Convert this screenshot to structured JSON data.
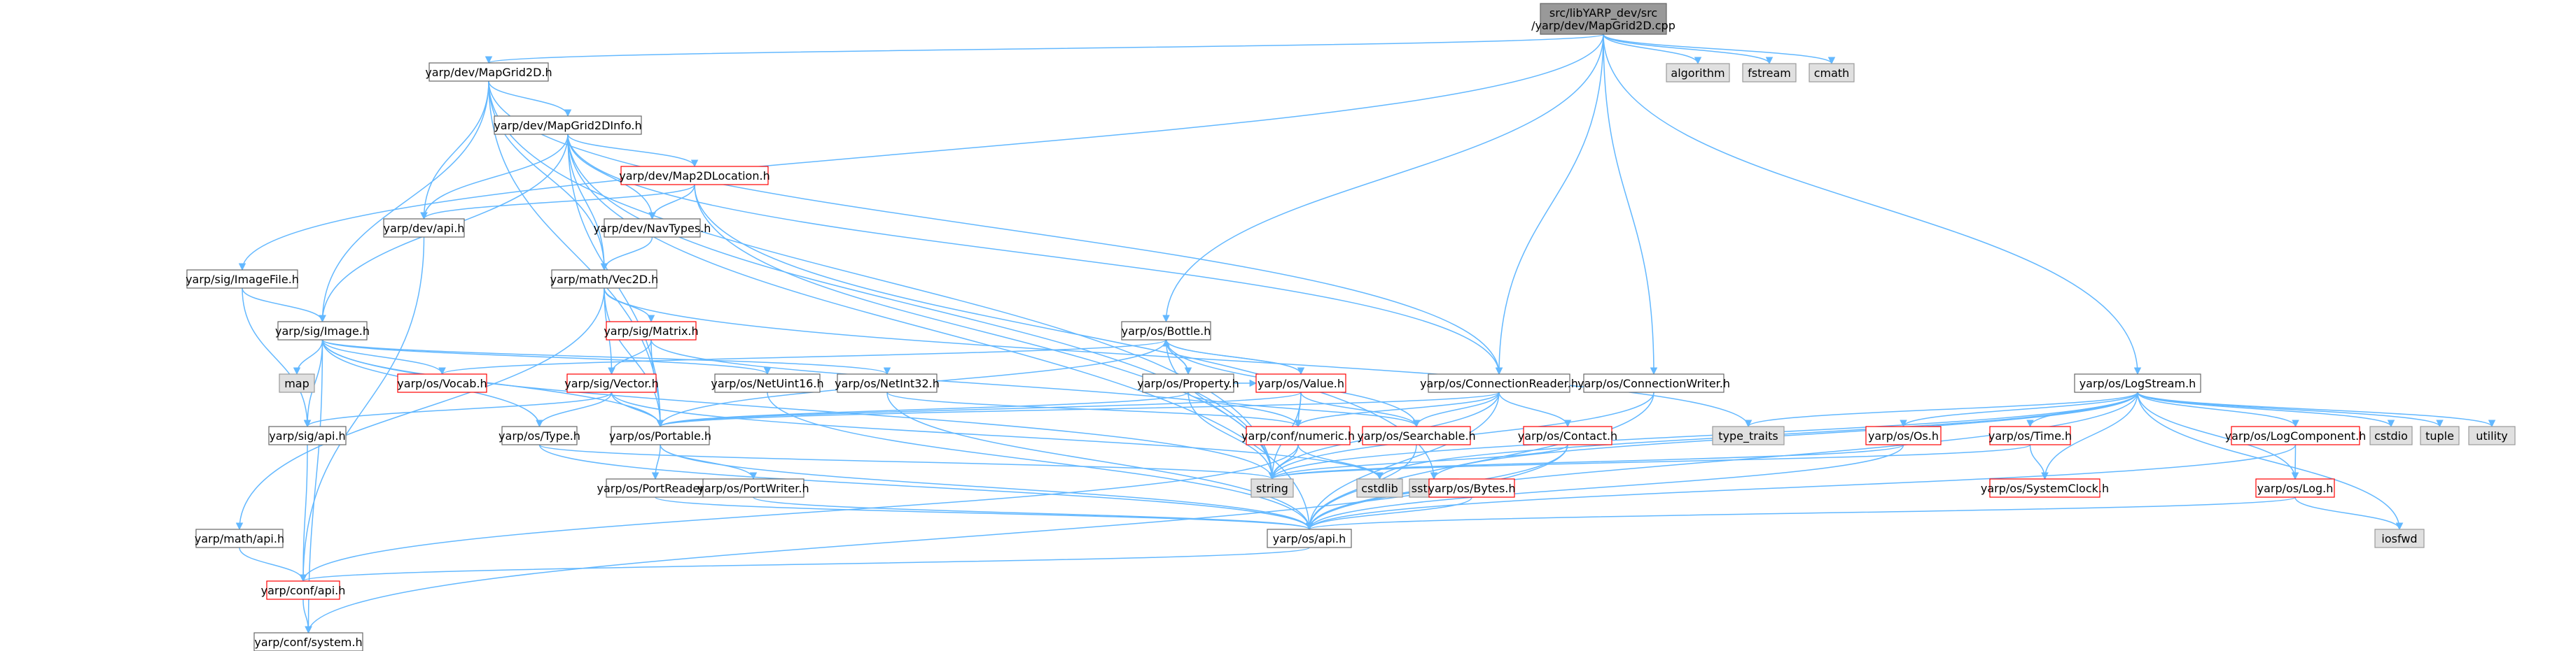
{
  "colors": {
    "edge": "#63b8ff",
    "root_fill": "#999999",
    "root_stroke": "#666666",
    "header_fill": "#ffffff",
    "header_stroke": "#666666",
    "incomplete_stroke": "#ff0000",
    "system_fill": "#e0e0e0",
    "system_stroke": "#999999"
  },
  "legend": {
    "header": "normal header node (white box, grey border)",
    "incomplete": "red border = truncated/incomplete include graph",
    "system": "grey box = system/standard header"
  },
  "nodes": {
    "root": {
      "lines": [
        "src/libYARP_dev/src",
        "/yarp/dev/MapGrid2D.cpp"
      ],
      "kind": "root"
    },
    "mapgrid2d_h": {
      "lines": [
        "yarp/dev/MapGrid2D.h"
      ],
      "kind": "header"
    },
    "algorithm": {
      "lines": [
        "algorithm"
      ],
      "kind": "system"
    },
    "fstream": {
      "lines": [
        "fstream"
      ],
      "kind": "system"
    },
    "cmath": {
      "lines": [
        "cmath"
      ],
      "kind": "system"
    },
    "mapgrid2dinfo_h": {
      "lines": [
        "yarp/dev/MapGrid2DInfo.h"
      ],
      "kind": "header"
    },
    "map2dlocation_h": {
      "lines": [
        "yarp/dev/Map2DLocation.h"
      ],
      "kind": "incomplete"
    },
    "dev_api_h": {
      "lines": [
        "yarp/dev/api.h"
      ],
      "kind": "header"
    },
    "navtypes_h": {
      "lines": [
        "yarp/dev/NavTypes.h"
      ],
      "kind": "header"
    },
    "imagefile_h": {
      "lines": [
        "yarp/sig/ImageFile.h"
      ],
      "kind": "header"
    },
    "vec2d_h": {
      "lines": [
        "yarp/math/Vec2D.h"
      ],
      "kind": "header"
    },
    "image_h": {
      "lines": [
        "yarp/sig/Image.h"
      ],
      "kind": "header"
    },
    "matrix_h": {
      "lines": [
        "yarp/sig/Matrix.h"
      ],
      "kind": "incomplete"
    },
    "map": {
      "lines": [
        "map"
      ],
      "kind": "system"
    },
    "vocab_h": {
      "lines": [
        "yarp/os/Vocab.h"
      ],
      "kind": "incomplete"
    },
    "netuint16_h": {
      "lines": [
        "yarp/os/NetUint16.h"
      ],
      "kind": "header"
    },
    "netint32_h": {
      "lines": [
        "yarp/os/NetInt32.h"
      ],
      "kind": "header"
    },
    "bottle_h": {
      "lines": [
        "yarp/os/Bottle.h"
      ],
      "kind": "header"
    },
    "property_h": {
      "lines": [
        "yarp/os/Property.h"
      ],
      "kind": "header"
    },
    "value_h": {
      "lines": [
        "yarp/os/Value.h"
      ],
      "kind": "incomplete"
    },
    "vector_h": {
      "lines": [
        "yarp/sig/Vector.h"
      ],
      "kind": "incomplete"
    },
    "sig_api_h": {
      "lines": [
        "yarp/sig/api.h"
      ],
      "kind": "header"
    },
    "type_h": {
      "lines": [
        "yarp/os/Type.h"
      ],
      "kind": "header"
    },
    "portable_h": {
      "lines": [
        "yarp/os/Portable.h"
      ],
      "kind": "header"
    },
    "connreader_h": {
      "lines": [
        "yarp/os/ConnectionReader.h"
      ],
      "kind": "header"
    },
    "connwriter_h": {
      "lines": [
        "yarp/os/ConnectionWriter.h"
      ],
      "kind": "header"
    },
    "logstream_h": {
      "lines": [
        "yarp/os/LogStream.h"
      ],
      "kind": "header"
    },
    "type_traits": {
      "lines": [
        "type_traits"
      ],
      "kind": "system"
    },
    "confnumeric_h": {
      "lines": [
        "yarp/conf/numeric.h"
      ],
      "kind": "incomplete"
    },
    "searchable_h": {
      "lines": [
        "yarp/os/Searchable.h"
      ],
      "kind": "incomplete"
    },
    "contact_h": {
      "lines": [
        "yarp/os/Contact.h"
      ],
      "kind": "incomplete"
    },
    "os_h": {
      "lines": [
        "yarp/os/Os.h"
      ],
      "kind": "incomplete"
    },
    "time_h": {
      "lines": [
        "yarp/os/Time.h"
      ],
      "kind": "incomplete"
    },
    "logcomponent_h": {
      "lines": [
        "yarp/os/LogComponent.h"
      ],
      "kind": "incomplete"
    },
    "cstdio": {
      "lines": [
        "cstdio"
      ],
      "kind": "system"
    },
    "tuple": {
      "lines": [
        "tuple"
      ],
      "kind": "system"
    },
    "utility": {
      "lines": [
        "utility"
      ],
      "kind": "system"
    },
    "string": {
      "lines": [
        "string"
      ],
      "kind": "system"
    },
    "cstdlib": {
      "lines": [
        "cstdlib"
      ],
      "kind": "system"
    },
    "sstream": {
      "lines": [
        "sstream"
      ],
      "kind": "system"
    },
    "bytes_h": {
      "lines": [
        "yarp/os/Bytes.h"
      ],
      "kind": "incomplete"
    },
    "systemclock_h": {
      "lines": [
        "yarp/os/SystemClock.h"
      ],
      "kind": "incomplete"
    },
    "log_h": {
      "lines": [
        "yarp/os/Log.h"
      ],
      "kind": "incomplete"
    },
    "portreader_h": {
      "lines": [
        "yarp/os/PortReader.h"
      ],
      "kind": "header"
    },
    "portwriter_h": {
      "lines": [
        "yarp/os/PortWriter.h"
      ],
      "kind": "header"
    },
    "math_api_h": {
      "lines": [
        "yarp/math/api.h"
      ],
      "kind": "header"
    },
    "os_api_h": {
      "lines": [
        "yarp/os/api.h"
      ],
      "kind": "header"
    },
    "iosfwd": {
      "lines": [
        "iosfwd"
      ],
      "kind": "system"
    },
    "conf_api_h": {
      "lines": [
        "yarp/conf/api.h"
      ],
      "kind": "incomplete"
    },
    "confsystem_h": {
      "lines": [
        "yarp/conf/system.h"
      ],
      "kind": "header"
    }
  },
  "edges": [
    [
      "root",
      "mapgrid2d_h"
    ],
    [
      "root",
      "algorithm"
    ],
    [
      "root",
      "fstream"
    ],
    [
      "root",
      "cmath"
    ],
    [
      "root",
      "imagefile_h"
    ],
    [
      "root",
      "bottle_h"
    ],
    [
      "root",
      "connreader_h"
    ],
    [
      "root",
      "connwriter_h"
    ],
    [
      "root",
      "logstream_h"
    ],
    [
      "mapgrid2d_h",
      "mapgrid2dinfo_h"
    ],
    [
      "mapgrid2d_h",
      "dev_api_h"
    ],
    [
      "mapgrid2d_h",
      "vec2d_h"
    ],
    [
      "mapgrid2d_h",
      "image_h"
    ],
    [
      "mapgrid2d_h",
      "string"
    ],
    [
      "mapgrid2d_h",
      "connreader_h"
    ],
    [
      "mapgrid2d_h",
      "portable_h"
    ],
    [
      "mapgrid2dinfo_h",
      "map2dlocation_h"
    ],
    [
      "mapgrid2dinfo_h",
      "dev_api_h"
    ],
    [
      "mapgrid2dinfo_h",
      "navtypes_h"
    ],
    [
      "mapgrid2dinfo_h",
      "vec2d_h"
    ],
    [
      "mapgrid2dinfo_h",
      "image_h"
    ],
    [
      "mapgrid2dinfo_h",
      "string"
    ],
    [
      "mapgrid2dinfo_h",
      "connreader_h"
    ],
    [
      "mapgrid2dinfo_h",
      "portable_h"
    ],
    [
      "mapgrid2dinfo_h",
      "os_api_h"
    ],
    [
      "map2dlocation_h",
      "dev_api_h"
    ],
    [
      "map2dlocation_h",
      "navtypes_h"
    ],
    [
      "map2dlocation_h",
      "string"
    ],
    [
      "map2dlocation_h",
      "sstream"
    ],
    [
      "dev_api_h",
      "conf_api_h"
    ],
    [
      "navtypes_h",
      "vec2d_h"
    ],
    [
      "imagefile_h",
      "image_h"
    ],
    [
      "imagefile_h",
      "sig_api_h"
    ],
    [
      "vec2d_h",
      "matrix_h"
    ],
    [
      "vec2d_h",
      "vector_h"
    ],
    [
      "vec2d_h",
      "portable_h"
    ],
    [
      "vec2d_h",
      "math_api_h"
    ],
    [
      "vec2d_h",
      "type_traits"
    ],
    [
      "image_h",
      "map"
    ],
    [
      "image_h",
      "vocab_h"
    ],
    [
      "image_h",
      "netuint16_h"
    ],
    [
      "image_h",
      "netint32_h"
    ],
    [
      "image_h",
      "type_h"
    ],
    [
      "image_h",
      "portable_h"
    ],
    [
      "image_h",
      "sig_api_h"
    ],
    [
      "image_h",
      "confsystem_h"
    ],
    [
      "image_h",
      "string"
    ],
    [
      "matrix_h",
      "vector_h"
    ],
    [
      "matrix_h",
      "portable_h"
    ],
    [
      "matrix_h",
      "confnumeric_h"
    ],
    [
      "vector_h",
      "sig_api_h"
    ],
    [
      "vector_h",
      "type_h"
    ],
    [
      "vector_h",
      "portable_h"
    ],
    [
      "vector_h",
      "cstdlib"
    ],
    [
      "netuint16_h",
      "os_api_h"
    ],
    [
      "netint32_h",
      "os_api_h"
    ],
    [
      "netint32_h",
      "confnumeric_h"
    ],
    [
      "bottle_h",
      "property_h"
    ],
    [
      "bottle_h",
      "value_h"
    ],
    [
      "bottle_h",
      "vocab_h"
    ],
    [
      "bottle_h",
      "string"
    ],
    [
      "bottle_h",
      "searchable_h"
    ],
    [
      "bottle_h",
      "portable_h"
    ],
    [
      "property_h",
      "bottle_h"
    ],
    [
      "property_h",
      "value_h"
    ],
    [
      "property_h",
      "searchable_h"
    ],
    [
      "property_h",
      "string"
    ],
    [
      "property_h",
      "portable_h"
    ],
    [
      "value_h",
      "bottle_h"
    ],
    [
      "value_h",
      "confnumeric_h"
    ],
    [
      "value_h",
      "searchable_h"
    ],
    [
      "value_h",
      "string"
    ],
    [
      "value_h",
      "portable_h"
    ],
    [
      "type_h",
      "string"
    ],
    [
      "type_h",
      "os_api_h"
    ],
    [
      "portable_h",
      "portreader_h"
    ],
    [
      "portable_h",
      "portwriter_h"
    ],
    [
      "portable_h",
      "os_api_h"
    ],
    [
      "portreader_h",
      "os_api_h"
    ],
    [
      "portwriter_h",
      "os_api_h"
    ],
    [
      "sig_api_h",
      "conf_api_h"
    ],
    [
      "math_api_h",
      "conf_api_h"
    ],
    [
      "connreader_h",
      "confnumeric_h"
    ],
    [
      "connreader_h",
      "searchable_h"
    ],
    [
      "connreader_h",
      "contact_h"
    ],
    [
      "connreader_h",
      "string"
    ],
    [
      "connreader_h",
      "portable_h"
    ],
    [
      "connreader_h",
      "os_api_h"
    ],
    [
      "connwriter_h",
      "string"
    ],
    [
      "connwriter_h",
      "os_api_h"
    ],
    [
      "logstream_h",
      "os_h"
    ],
    [
      "logstream_h",
      "time_h"
    ],
    [
      "logstream_h",
      "logcomponent_h"
    ],
    [
      "logstream_h",
      "cstdio"
    ],
    [
      "logstream_h",
      "tuple"
    ],
    [
      "logstream_h",
      "utility"
    ],
    [
      "logstream_h",
      "type_traits"
    ],
    [
      "logstream_h",
      "string"
    ],
    [
      "logstream_h",
      "sstream"
    ],
    [
      "logstream_h",
      "log_h"
    ],
    [
      "logstream_h",
      "os_api_h"
    ],
    [
      "logstream_h",
      "iosfwd"
    ],
    [
      "logstream_h",
      "systemclock_h"
    ],
    [
      "logstream_h",
      "cstdlib"
    ],
    [
      "confnumeric_h",
      "cstdlib"
    ],
    [
      "confnumeric_h",
      "string"
    ],
    [
      "confnumeric_h",
      "conf_api_h"
    ],
    [
      "searchable_h",
      "os_api_h"
    ],
    [
      "contact_h",
      "string"
    ],
    [
      "contact_h",
      "os_api_h"
    ],
    [
      "contact_h",
      "confsystem_h"
    ],
    [
      "os_h",
      "string"
    ],
    [
      "os_h",
      "os_api_h"
    ],
    [
      "time_h",
      "systemclock_h"
    ],
    [
      "time_h",
      "string"
    ],
    [
      "bytes_h",
      "os_api_h"
    ],
    [
      "logcomponent_h",
      "log_h"
    ],
    [
      "logcomponent_h",
      "os_api_h"
    ],
    [
      "log_h",
      "os_api_h"
    ],
    [
      "log_h",
      "iosfwd"
    ],
    [
      "os_api_h",
      "conf_api_h"
    ],
    [
      "conf_api_h",
      "confsystem_h"
    ]
  ]
}
